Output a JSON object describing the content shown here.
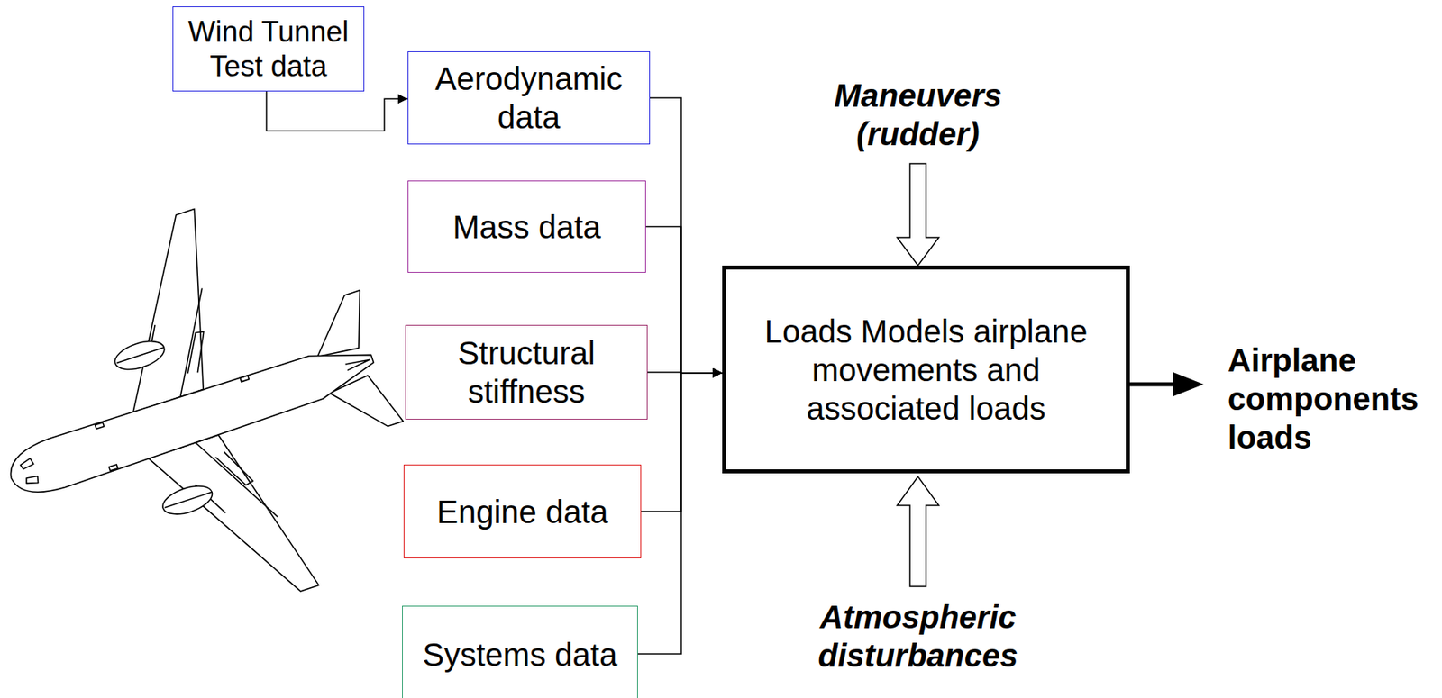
{
  "diagram": {
    "nodes": [
      {
        "text": [
          "Wind Tunnel Test data"
        ]
      },
      {
        "text": [
          "Aerodynamic data"
        ]
      },
      {
        "text": [
          "Mass data"
        ]
      },
      {
        "text": [
          "Structural stiffness"
        ]
      },
      {
        "text": [
          "Engine data"
        ]
      },
      {
        "text": [
          "Systems data"
        ]
      },
      {
        "text": [
          "Loads Models airplane movements and associated loads"
        ]
      }
    ],
    "edges": [
      {
        "from": 0,
        "to": 1,
        "arrow": "to"
      },
      {
        "from": 1,
        "to": 6,
        "arrow": "to"
      },
      {
        "from": 2,
        "to": 6,
        "arrow": "to"
      },
      {
        "from": 3,
        "to": 6,
        "arrow": "to"
      },
      {
        "from": 4,
        "to": 6,
        "arrow": "to"
      },
      {
        "from": 5,
        "to": 6,
        "arrow": "to"
      }
    ],
    "labels": [
      "Maneuvers (rudder)",
      "Atmospheric disturbances",
      "Airplane components loads"
    ]
  }
}
